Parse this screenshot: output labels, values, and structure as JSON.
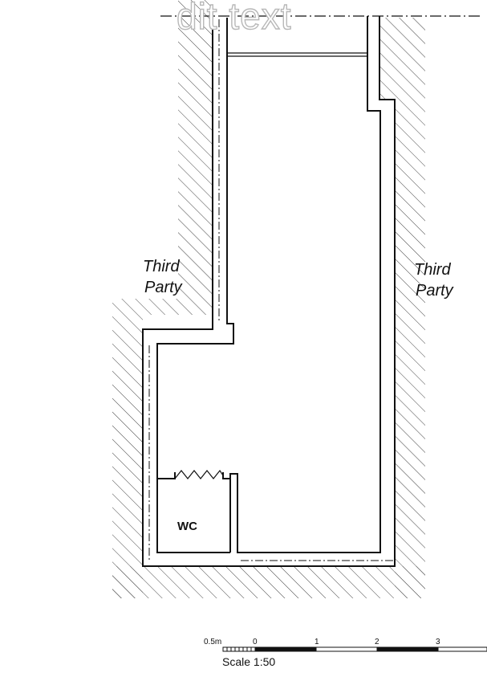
{
  "watermark": "dit text",
  "labels": {
    "third_party_left": [
      "Third",
      "Party"
    ],
    "third_party_right": [
      "Third",
      "Party"
    ],
    "wc": "WC"
  },
  "scale_bar": {
    "title": "Scale 1:50",
    "ticks": [
      "0.5m",
      "0",
      "1",
      "2",
      "3"
    ]
  },
  "colors": {
    "line": "#111111",
    "hatch": "#444444",
    "background": "#ffffff"
  }
}
